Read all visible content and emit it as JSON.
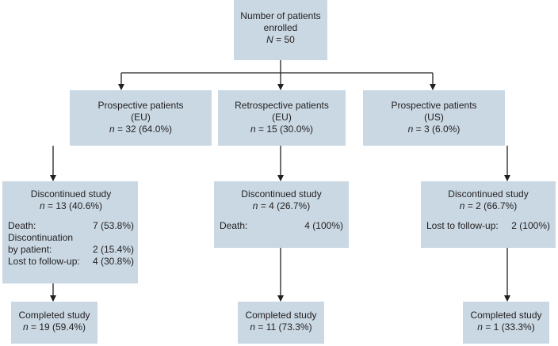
{
  "root": {
    "line1": "Number of patients",
    "line2": "enrolled",
    "n_var": "N",
    "n_value": " = 50"
  },
  "cohorts": [
    {
      "line1": "Prospective patients",
      "line2": "(EU)",
      "n_var": "n",
      "n_value": " = 32 (64.0%)"
    },
    {
      "line1": "Retrospective patients",
      "line2": "(EU)",
      "n_var": "n",
      "n_value": " = 15 (30.0%)"
    },
    {
      "line1": "Prospective patients",
      "line2": "(US)",
      "n_var": "n",
      "n_value": " = 3 (6.0%)"
    }
  ],
  "discontinued": [
    {
      "title": "Discontinued study",
      "n_var": "n",
      "n_value": " = 13 (40.6%)",
      "reasons": [
        {
          "label": "Death:",
          "value": "7 (53.8%)"
        },
        {
          "label": "Discontinuation",
          "value": ""
        },
        {
          "label": "by patient:",
          "value": "2 (15.4%)"
        },
        {
          "label": "Lost to follow-up:",
          "value": "4 (30.8%)"
        }
      ]
    },
    {
      "title": "Discontinued study",
      "n_var": "n",
      "n_value": " = 4 (26.7%)",
      "reasons": [
        {
          "label": "Death:",
          "value": "4 (100%)"
        }
      ]
    },
    {
      "title": "Discontinued study",
      "n_var": "n",
      "n_value": " = 2 (66.7%)",
      "reasons": [
        {
          "label": "Lost to follow-up:",
          "value": "2 (100%)"
        }
      ]
    }
  ],
  "completed": [
    {
      "title": "Completed study",
      "n_var": "n",
      "n_value": " = 19 (59.4%)"
    },
    {
      "title": "Completed study",
      "n_var": "n",
      "n_value": " = 11 (73.3%)"
    },
    {
      "title": "Completed study",
      "n_var": "n",
      "n_value": " = 1 (33.3%)"
    }
  ]
}
